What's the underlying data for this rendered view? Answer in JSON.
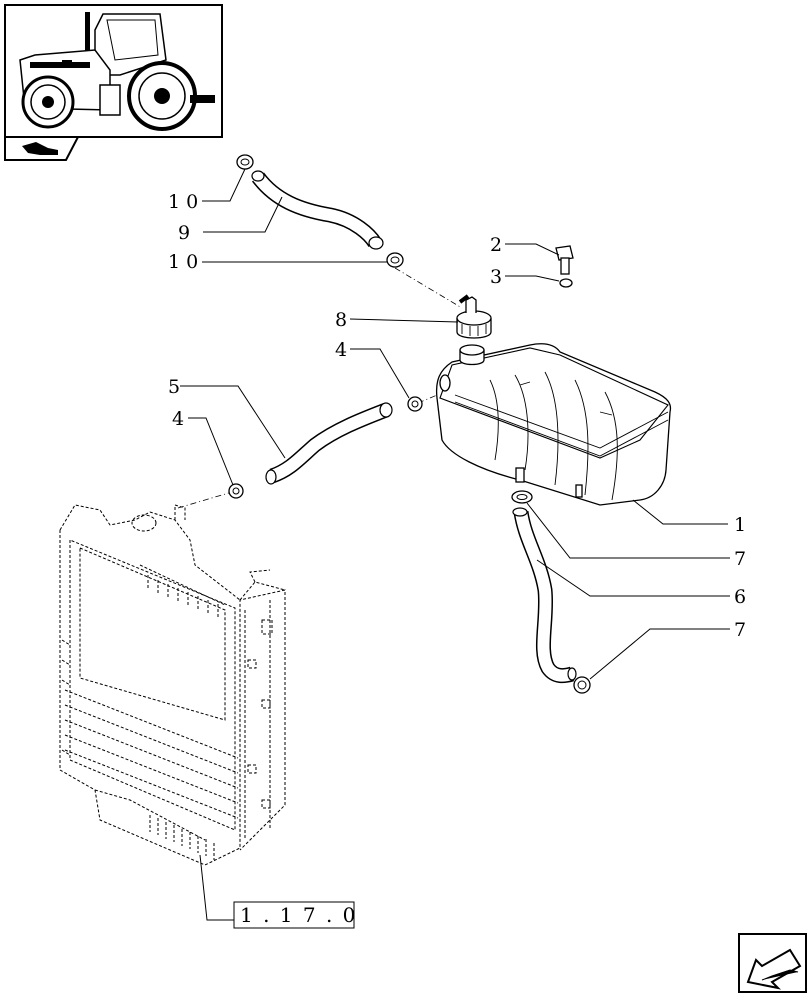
{
  "callouts": {
    "c10a": "1 0",
    "c9": "9",
    "c10b": "1 0",
    "c2": "2",
    "c3": "3",
    "c8": "8",
    "c4a": "4",
    "c5": "5",
    "c4b": "4",
    "c1": "1",
    "c7a": "7",
    "c6": "6",
    "c7b": "7"
  },
  "reference": "1 . 1 7 . 0",
  "icons": {
    "thumbnail": "tractor-thumbnail-icon",
    "section": "section-hand-icon",
    "nav": "next-page-arrow-icon"
  }
}
